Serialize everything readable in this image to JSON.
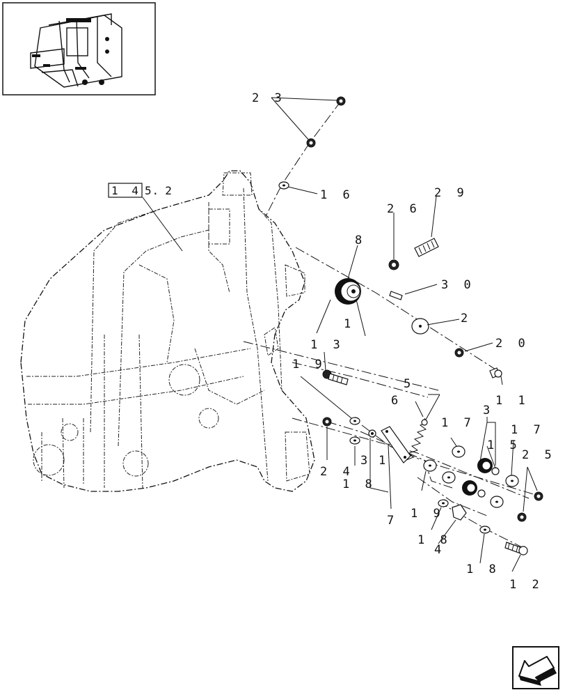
{
  "diagram": {
    "reference_box": {
      "boxed": "1 4 .",
      "suffix": "5 2"
    },
    "callouts": [
      {
        "id": "c23",
        "text": "2 3"
      },
      {
        "id": "c16",
        "text": "1 6"
      },
      {
        "id": "c29",
        "text": "2 9"
      },
      {
        "id": "c26",
        "text": "2 6"
      },
      {
        "id": "c8",
        "text": "8"
      },
      {
        "id": "c30",
        "text": "3 0"
      },
      {
        "id": "c1",
        "text": "1"
      },
      {
        "id": "c2",
        "text": "2"
      },
      {
        "id": "c13",
        "text": "1 3"
      },
      {
        "id": "c20",
        "text": "2 0"
      },
      {
        "id": "c19a",
        "text": "1 9"
      },
      {
        "id": "c11",
        "text": "1 1"
      },
      {
        "id": "c5",
        "text": "5"
      },
      {
        "id": "c6",
        "text": "6"
      },
      {
        "id": "c3a",
        "text": "3"
      },
      {
        "id": "c17a",
        "text": "1 7"
      },
      {
        "id": "c15",
        "text": "1 5"
      },
      {
        "id": "c17b",
        "text": "1 7"
      },
      {
        "id": "c25",
        "text": "2 5"
      },
      {
        "id": "c24",
        "text": "2 4"
      },
      {
        "id": "c3b",
        "text": "3"
      },
      {
        "id": "c31",
        "text": "1"
      },
      {
        "id": "c18a",
        "text": "1 8"
      },
      {
        "id": "c19b",
        "text": "1 9"
      },
      {
        "id": "c7",
        "text": "7"
      },
      {
        "id": "c18b",
        "text": "1 8"
      },
      {
        "id": "c4",
        "text": "4"
      },
      {
        "id": "c18c",
        "text": "1 8"
      },
      {
        "id": "c12",
        "text": "1 2"
      }
    ],
    "icons": [
      "machine-thumbnail-icon",
      "page-navigation-arrow-icon"
    ]
  }
}
